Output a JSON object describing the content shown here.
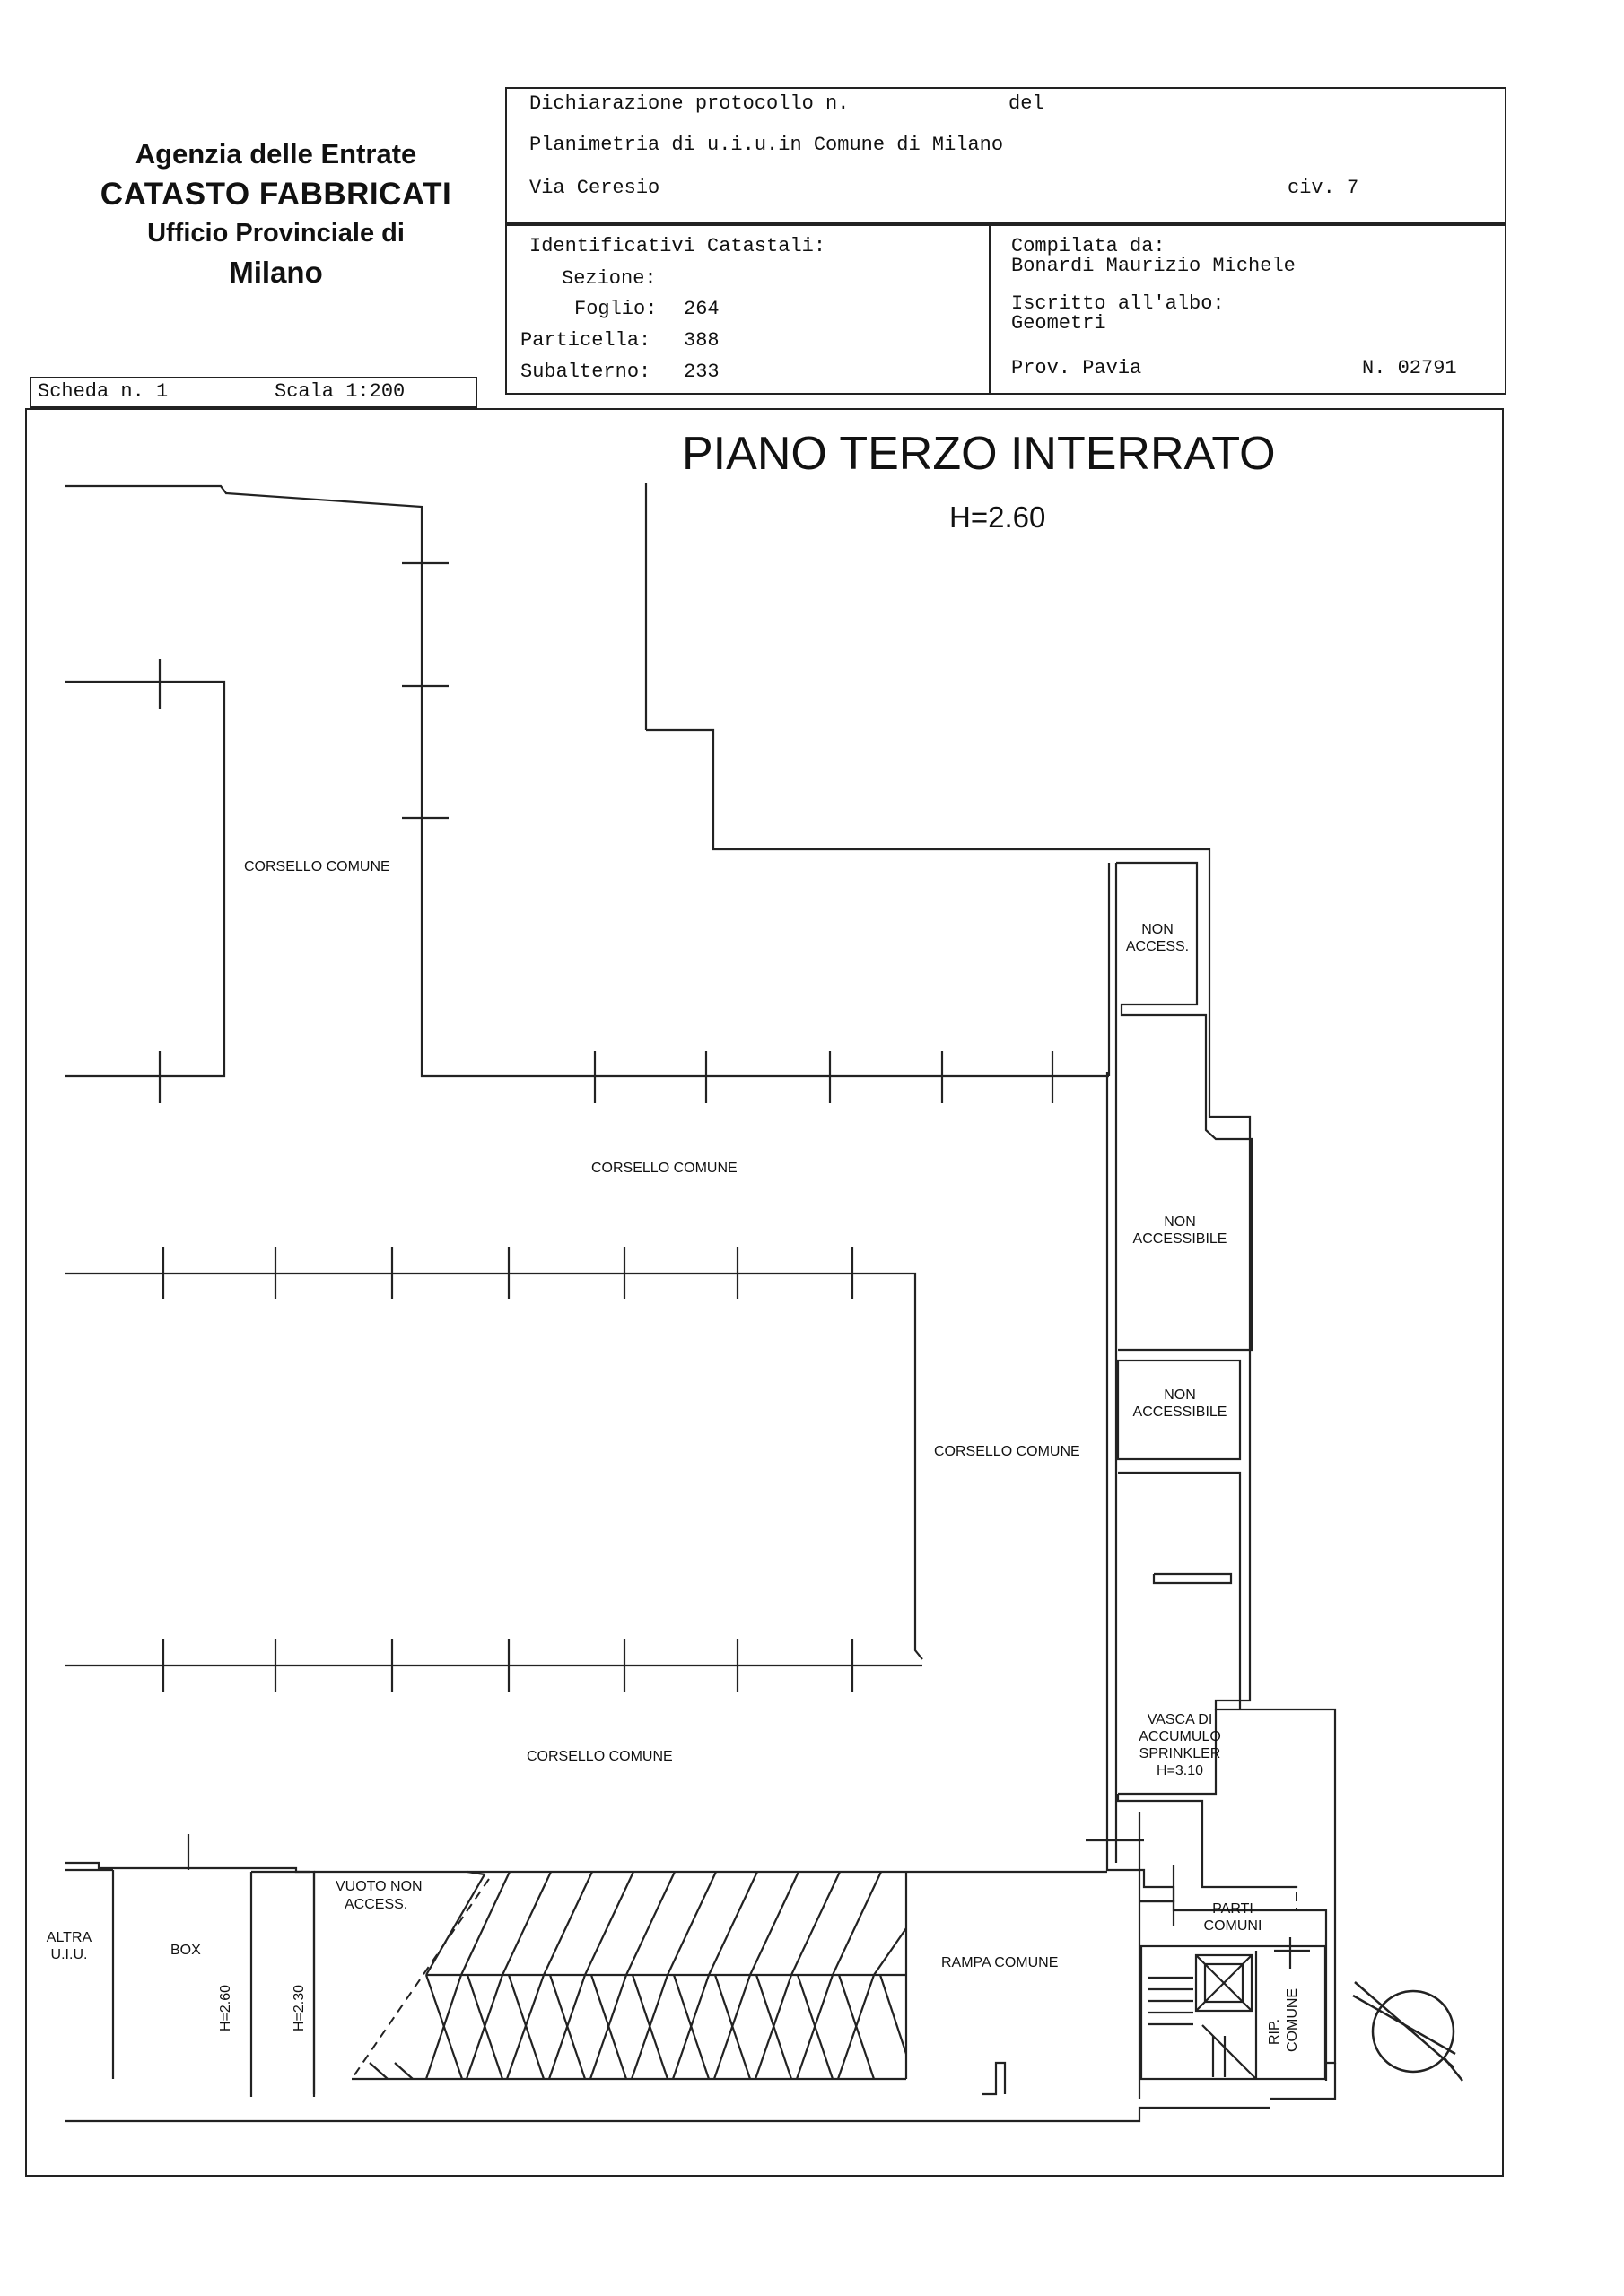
{
  "agency": {
    "line1": "Agenzia delle Entrate",
    "line2": "CATASTO FABBRICATI",
    "line3": "Ufficio Provinciale di",
    "line4": "Milano"
  },
  "header": {
    "protocol_label": "Dichiarazione protocollo n.",
    "protocol_del": "del",
    "planimetria": "Planimetria di u.i.u.in Comune di Milano",
    "street": "Via Ceresio",
    "civic": "civ. 7"
  },
  "identifiers": {
    "title": "Identificativi Catastali:",
    "sezione_label": "Sezione:",
    "foglio_label": "Foglio:",
    "foglio": "264",
    "particella_label": "Particella:",
    "particella": "388",
    "subalterno_label": "Subalterno:",
    "subalterno": "233"
  },
  "compiler": {
    "title": "Compilata da:",
    "name": "Bonardi Maurizio Michele",
    "registered_label": "Iscritto all'albo:",
    "registered": "Geometri",
    "province": "Prov. Pavia",
    "number": "N. 02791"
  },
  "sheet": {
    "scheda": "Scheda n. 1",
    "scala": "Scala 1:200"
  },
  "plan": {
    "title": "PIANO TERZO INTERRATO",
    "height": "H=2.60",
    "corsello1": "CORSELLO COMUNE",
    "corsello2": "CORSELLO COMUNE",
    "corsello3": "CORSELLO COMUNE",
    "corsello4": "CORSELLO COMUNE",
    "non_access_1a": "NON",
    "non_access_1b": "ACCESS.",
    "non_access_2a": "NON",
    "non_access_2b": "ACCESSIBILE",
    "non_access_3a": "NON",
    "non_access_3b": "ACCESSIBILE",
    "vasca_1": "VASCA DI",
    "vasca_2": "ACCUMULO",
    "vasca_3": "SPRINKLER",
    "vasca_4": "H=3.10",
    "altra_1": "ALTRA",
    "altra_2": "U.I.U.",
    "box": "BOX",
    "box_h1": "H=2.60",
    "box_h2": "H=2.30",
    "vuoto_1": "VUOTO NON",
    "vuoto_2": "ACCESS.",
    "rampa": "RAMPA COMUNE",
    "parti_1": "PARTI",
    "parti_2": "COMUNI",
    "rip_1": "RIP.",
    "rip_2": "COMUNE"
  }
}
